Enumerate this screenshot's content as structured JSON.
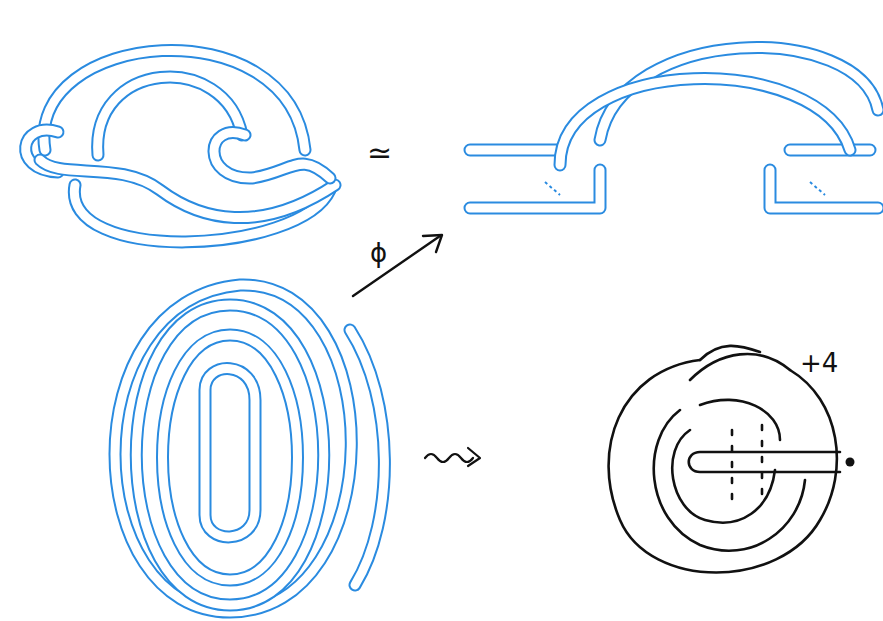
{
  "diagram": {
    "labels": [
      "≃",
      "ϕ",
      "+4"
    ]
  }
}
